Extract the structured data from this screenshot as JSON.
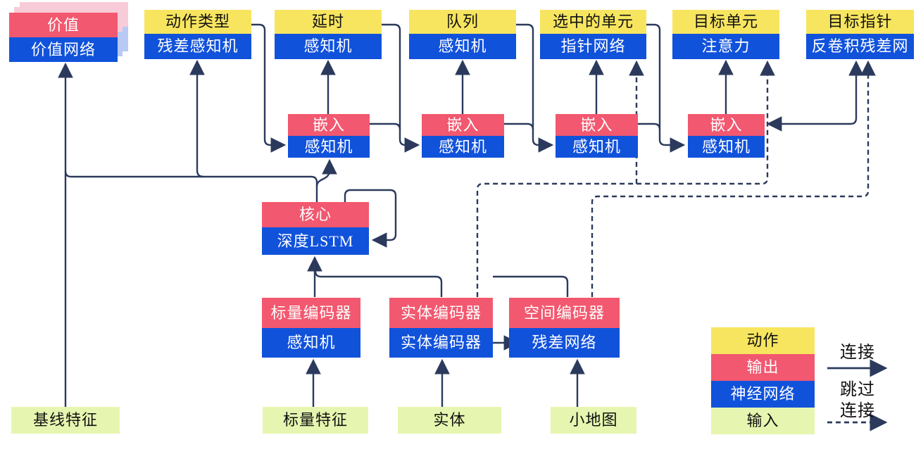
{
  "palette": {
    "action_yellow": "#F7E55F",
    "output_pink": "#F2586F",
    "network_blue": "#1152DB",
    "input_green": "#E6F6B0",
    "shadow_pink": "#F8CBD8",
    "shadow_blue": "#B7C9F4",
    "line_navy": "#2B3A5C"
  },
  "nodes": {
    "value": {
      "top": "价值",
      "bottom": "价值网络"
    },
    "action_type": {
      "top": "动作类型",
      "bottom": "残差感知机"
    },
    "delay": {
      "top": "延时",
      "bottom": "感知机"
    },
    "queue": {
      "top": "队列",
      "bottom": "感知机"
    },
    "selected_units": {
      "top": "选中的单元",
      "bottom": "指针网络"
    },
    "target_unit": {
      "top": "目标单元",
      "bottom": "注意力"
    },
    "target_point": {
      "top": "目标指针",
      "bottom": "反卷积残差网"
    },
    "emb1": {
      "top": "嵌入",
      "bottom": "感知机"
    },
    "emb2": {
      "top": "嵌入",
      "bottom": "感知机"
    },
    "emb3": {
      "top": "嵌入",
      "bottom": "感知机"
    },
    "emb4": {
      "top": "嵌入",
      "bottom": "感知机"
    },
    "core": {
      "top": "核心",
      "bottom": "深度LSTM"
    },
    "scalar_encoder": {
      "top": "标量编码器",
      "bottom": "感知机"
    },
    "entity_encoder": {
      "top": "实体编码器",
      "bottom": "实体编码器"
    },
    "spatial_encoder": {
      "top": "空间编码器",
      "bottom": "残差网络"
    },
    "baseline_features": {
      "label": "基线特征"
    },
    "scalar_features": {
      "label": "标量特征"
    },
    "entities": {
      "label": "实体"
    },
    "minimap": {
      "label": "小地图"
    }
  },
  "legend": {
    "items": [
      {
        "label": "动作",
        "color": "#F7E55F"
      },
      {
        "label": "输出",
        "color": "#F2586F"
      },
      {
        "label": "神经网络",
        "color": "#1152DB"
      },
      {
        "label": "输入",
        "color": "#E6F6B0"
      }
    ],
    "solid_arrow_label": "连接",
    "dashed_arrow_label_line1": "跳过",
    "dashed_arrow_label_line2": "连接"
  }
}
